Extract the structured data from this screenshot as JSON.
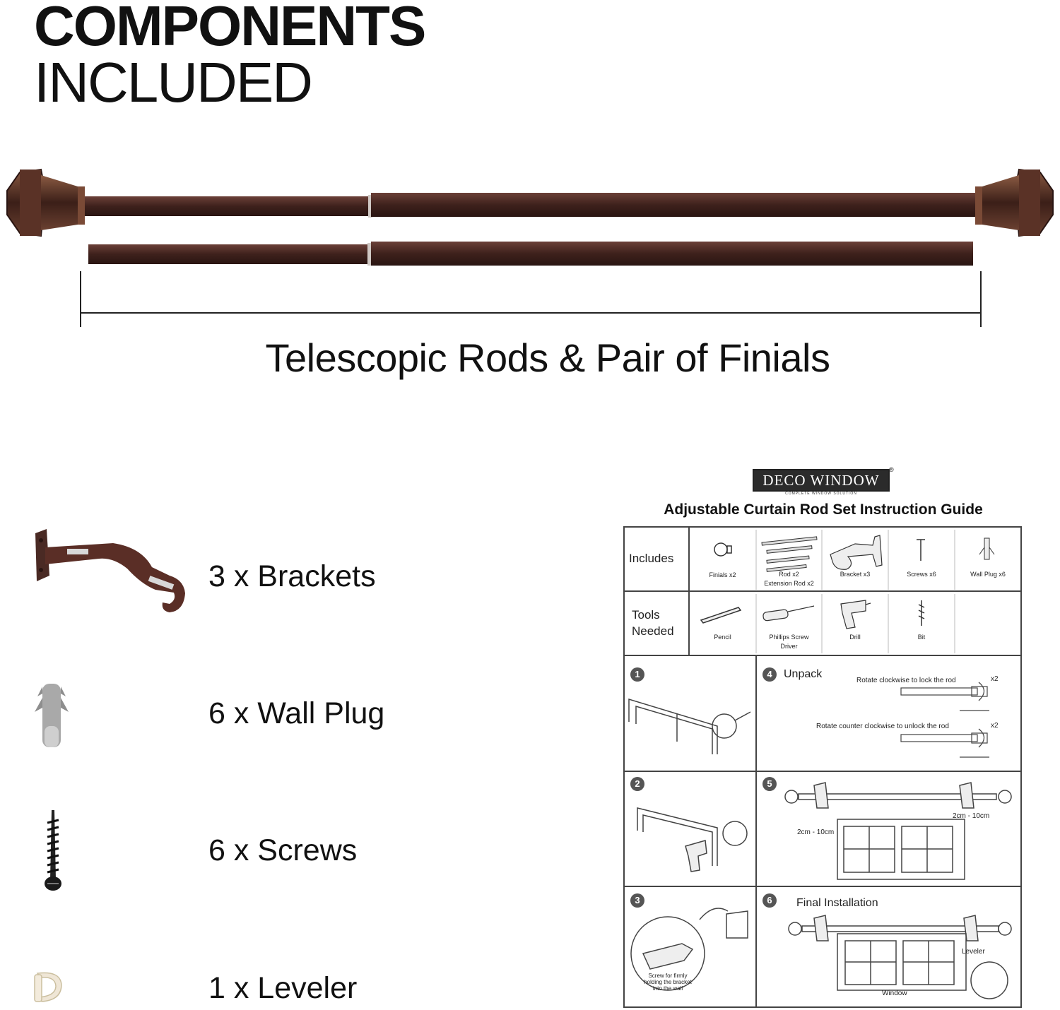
{
  "header": {
    "line1": "COMPONENTS",
    "line2": "INCLUDED"
  },
  "rods": {
    "caption": "Telescopic Rods & Pair of Finials",
    "color": "#4a2a24"
  },
  "components": [
    {
      "label": "3 x Brackets",
      "icon": "bracket-icon"
    },
    {
      "label": "6 x Wall Plug",
      "icon": "wall-plug-icon"
    },
    {
      "label": "6 x Screws",
      "icon": "screw-icon"
    },
    {
      "label": "1 x Leveler",
      "icon": "leveler-icon"
    }
  ],
  "guide": {
    "brand": "DECO WINDOW",
    "brand_sub": "COMPLETE WINDOW SOLUTION",
    "registered": "®",
    "title": "Adjustable Curtain Rod Set Instruction Guide",
    "includes_label": "Includes",
    "includes": [
      "Finials x2",
      "Rod x2",
      "Extension Rod x2",
      "Bracket x3",
      "Screws x6",
      "Wall Plug x6"
    ],
    "tools_label_1": "Tools",
    "tools_label_2": "Needed",
    "tools": [
      "Pencil",
      "Phillips Screw",
      "Driver",
      "Drill",
      "Bit"
    ],
    "steps": {
      "s1": "1",
      "s2": "2",
      "s3": "3",
      "s4": "4",
      "s5": "5",
      "s6": "6",
      "unpack": "Unpack",
      "lock_text": "Rotate clockwise to lock the rod",
      "unlock_text": "Rotate counter clockwise to unlock the rod",
      "x2a": "x2",
      "x2b": "x2",
      "gap_right": "2cm - 10cm",
      "gap_left": "2cm - 10cm",
      "screw_note_1": "Screw for firmly",
      "screw_note_2": "holding the bracket",
      "screw_note_3": "into the wall",
      "final": "Final Installation",
      "leveler": "Leveler",
      "window": "Window"
    }
  }
}
